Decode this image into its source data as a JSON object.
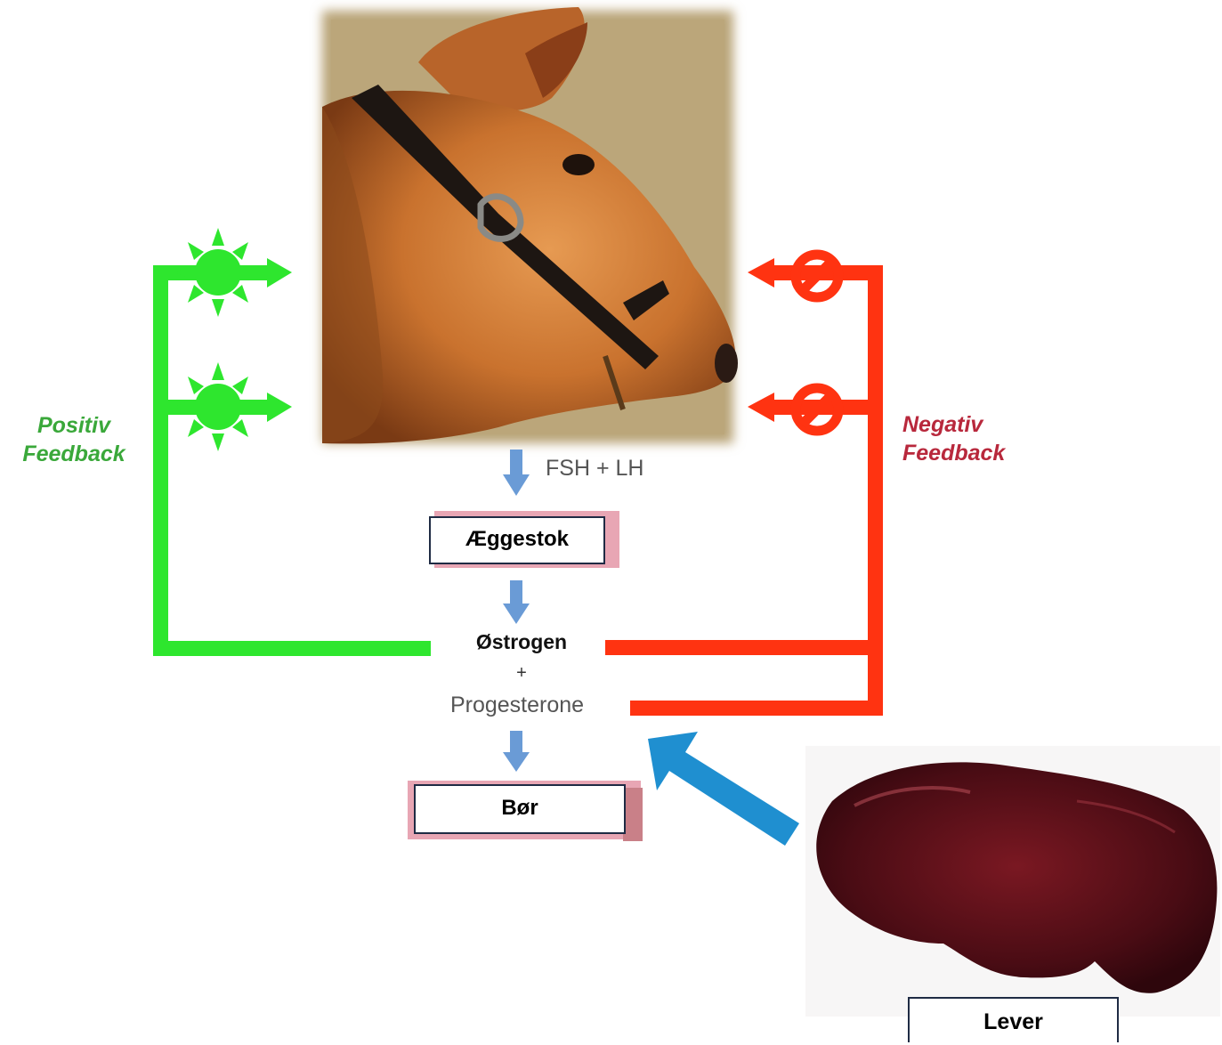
{
  "diagram": {
    "positive_feedback_label": "Positiv\nFeedback",
    "negative_feedback_label": "Negativ\nFeedback",
    "hormone_pituitary": "FSH + LH",
    "node_ovary": "Æggestok",
    "hormone_estrogen": "Østrogen",
    "plus_sign": "+",
    "hormone_progesterone": "Progesterone",
    "node_uterus": "Bør",
    "node_liver": "Lever"
  },
  "colors": {
    "positive": "#2ee62e",
    "negative": "#ff3311",
    "flow_arrow": "#6a9bd6",
    "liver_arrow": "#1f8fd0"
  },
  "images": {
    "cow": "cow-head-photo",
    "liver": "liver-photo"
  }
}
